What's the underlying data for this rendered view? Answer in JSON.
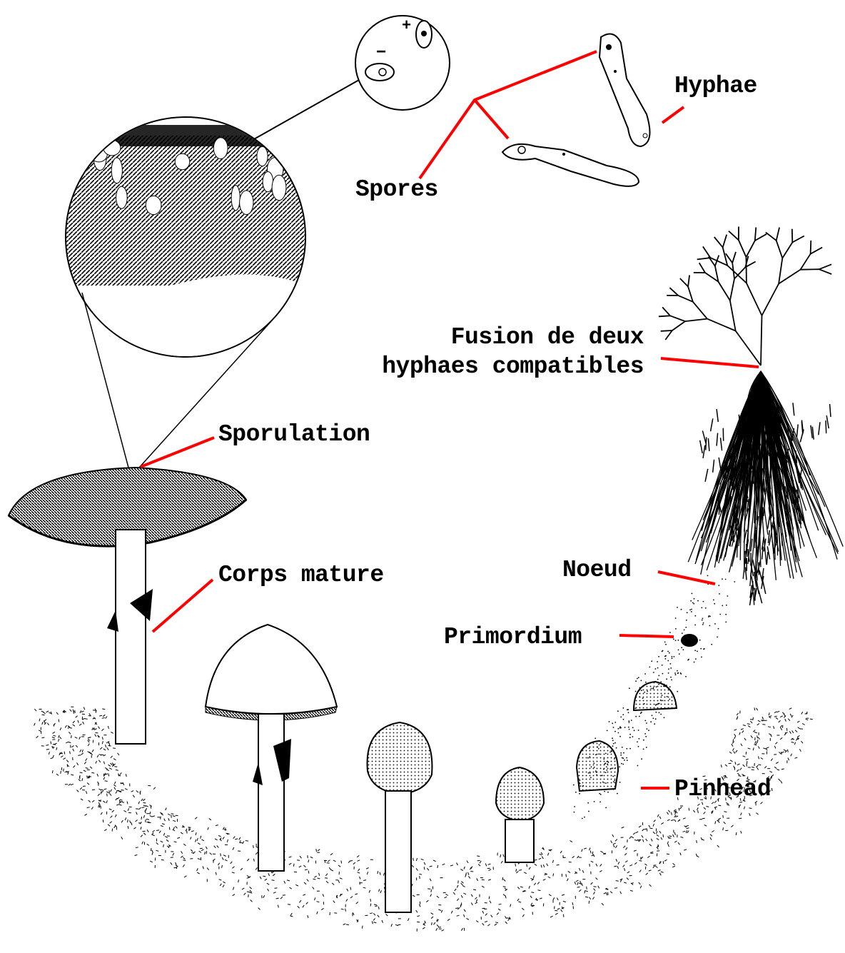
{
  "diagram": {
    "labels": {
      "hyphae": "Hyphae",
      "spores": "Spores",
      "fusion_line1": "Fusion de deux",
      "fusion_line2": "hyphaes compatibles",
      "sporulation": "Sporulation",
      "corps_mature": "Corps mature",
      "noeud": "Noeud",
      "primordium": "Primordium",
      "pinhead": "Pinhead"
    },
    "spore_signs": {
      "plus": "+",
      "minus": "−"
    },
    "colors": {
      "leader_line": "#ff0000",
      "ink": "#000000",
      "background": "#ffffff"
    }
  }
}
